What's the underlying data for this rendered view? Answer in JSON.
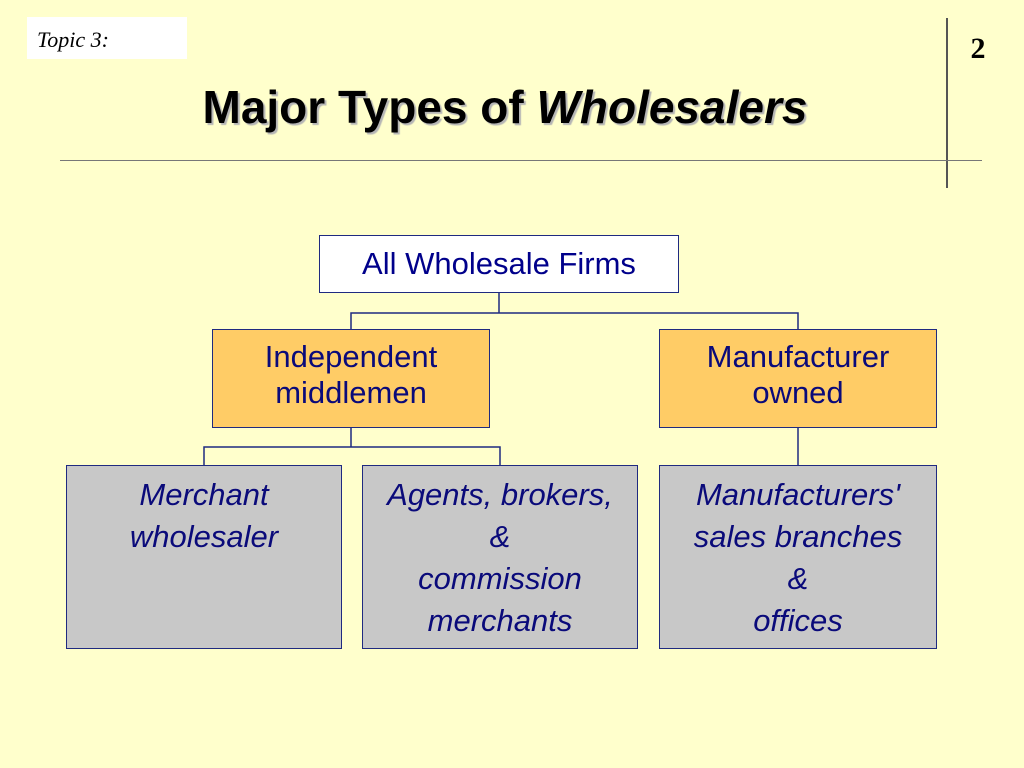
{
  "slide": {
    "topic_label": "Topic 3:",
    "page_number": "2",
    "title_plain": "Major Types of ",
    "title_italic": "Wholesalers"
  },
  "diagram": {
    "root": "All Wholesale Firms",
    "level1": [
      {
        "lines": [
          "Independent",
          "middlemen"
        ]
      },
      {
        "lines": [
          "Manufacturer",
          "owned"
        ]
      }
    ],
    "level2": [
      {
        "lines": [
          "Merchant",
          "wholesaler"
        ]
      },
      {
        "lines": [
          "Agents, brokers,",
          "&",
          "commission",
          "merchants"
        ]
      },
      {
        "lines": [
          "Manufacturers'",
          "sales branches",
          "&",
          "offices"
        ]
      }
    ]
  },
  "colors": {
    "background": "#FFFFCC",
    "root_fill": "#FFFFFF",
    "level1_fill": "#FFCC66",
    "level2_fill": "#C8C8C8",
    "text": "#0A0A7A",
    "connector": "#1F2A80"
  }
}
